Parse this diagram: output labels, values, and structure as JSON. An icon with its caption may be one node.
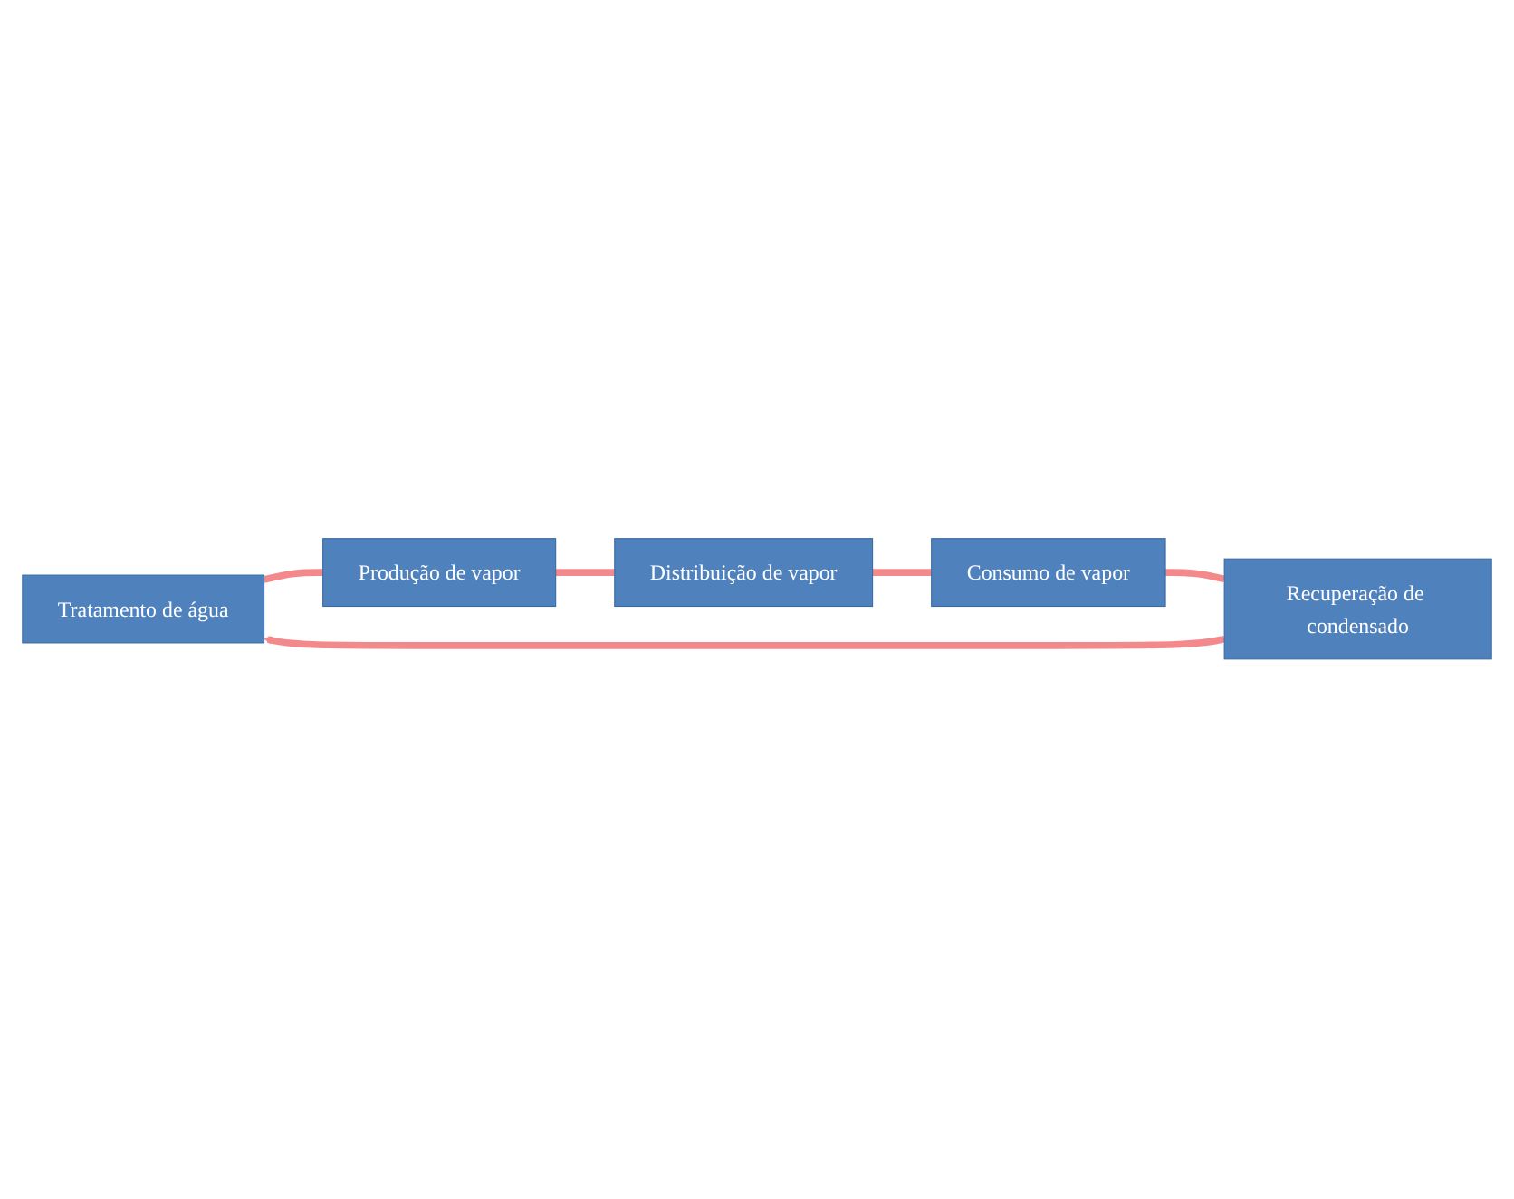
{
  "diagram": {
    "nodes": [
      {
        "text": [
          "Tratamento de água"
        ]
      },
      {
        "text": [
          "Produção de vapor"
        ]
      },
      {
        "text": [
          "Distribuição de vapor"
        ]
      },
      {
        "text": [
          "Consumo de vapor"
        ]
      },
      {
        "text": [
          "Recuperação de condensado"
        ]
      }
    ],
    "edges": [
      {
        "from": 0,
        "to": 1,
        "arrow": "none"
      },
      {
        "from": 1,
        "to": 2,
        "arrow": "none"
      },
      {
        "from": 2,
        "to": 3,
        "arrow": "none"
      },
      {
        "from": 3,
        "to": 4,
        "arrow": "none"
      },
      {
        "from": 4,
        "to": 0,
        "arrow": "to"
      }
    ]
  }
}
